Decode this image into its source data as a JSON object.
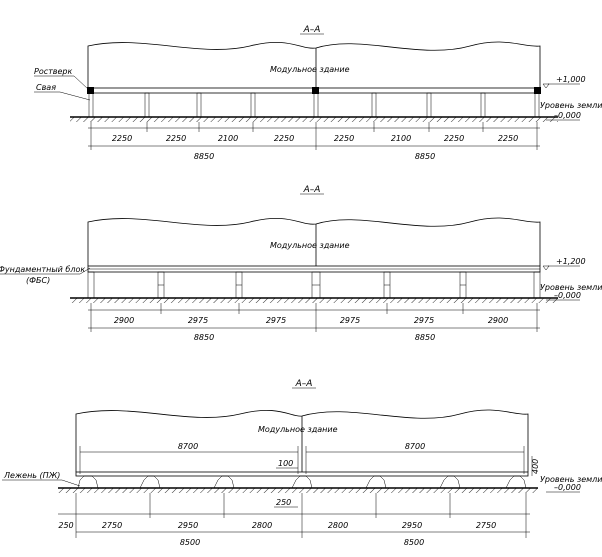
{
  "sections": [
    {
      "title": "А–А",
      "building_label": "Модульное здание",
      "element_labels": [
        "Ростверк",
        "Свая"
      ],
      "level_top": "+1,000",
      "ground_label": "Уровень земли",
      "ground_level": "–0,000",
      "spans": [
        "2250",
        "2250",
        "2100",
        "2250",
        "2250",
        "2100",
        "2250",
        "2250"
      ],
      "totals": [
        "8850",
        "8850"
      ]
    },
    {
      "title": "А–А",
      "building_label": "Модульное здание",
      "element_labels": [
        "Фундаментный блок",
        "(ФБС)"
      ],
      "level_top": "+1,200",
      "ground_label": "Уровень земли",
      "ground_level": "–0,000",
      "spans": [
        "2900",
        "2975",
        "2975",
        "2975",
        "2975",
        "2900"
      ],
      "totals": [
        "8850",
        "8850"
      ]
    },
    {
      "title": "А–А",
      "building_label": "Модульное здание",
      "element_labels": [
        "Лежень (ПЖ)"
      ],
      "ground_label": "Уровень земли",
      "ground_level": "–0,000",
      "upper_dims": [
        "8700",
        "8700"
      ],
      "detail_dims": [
        "100",
        "400",
        "250"
      ],
      "edge_dim": "250",
      "spans": [
        "2750",
        "2950",
        "2800",
        "2800",
        "2950",
        "2750"
      ],
      "totals": [
        "8500",
        "8500"
      ]
    }
  ]
}
